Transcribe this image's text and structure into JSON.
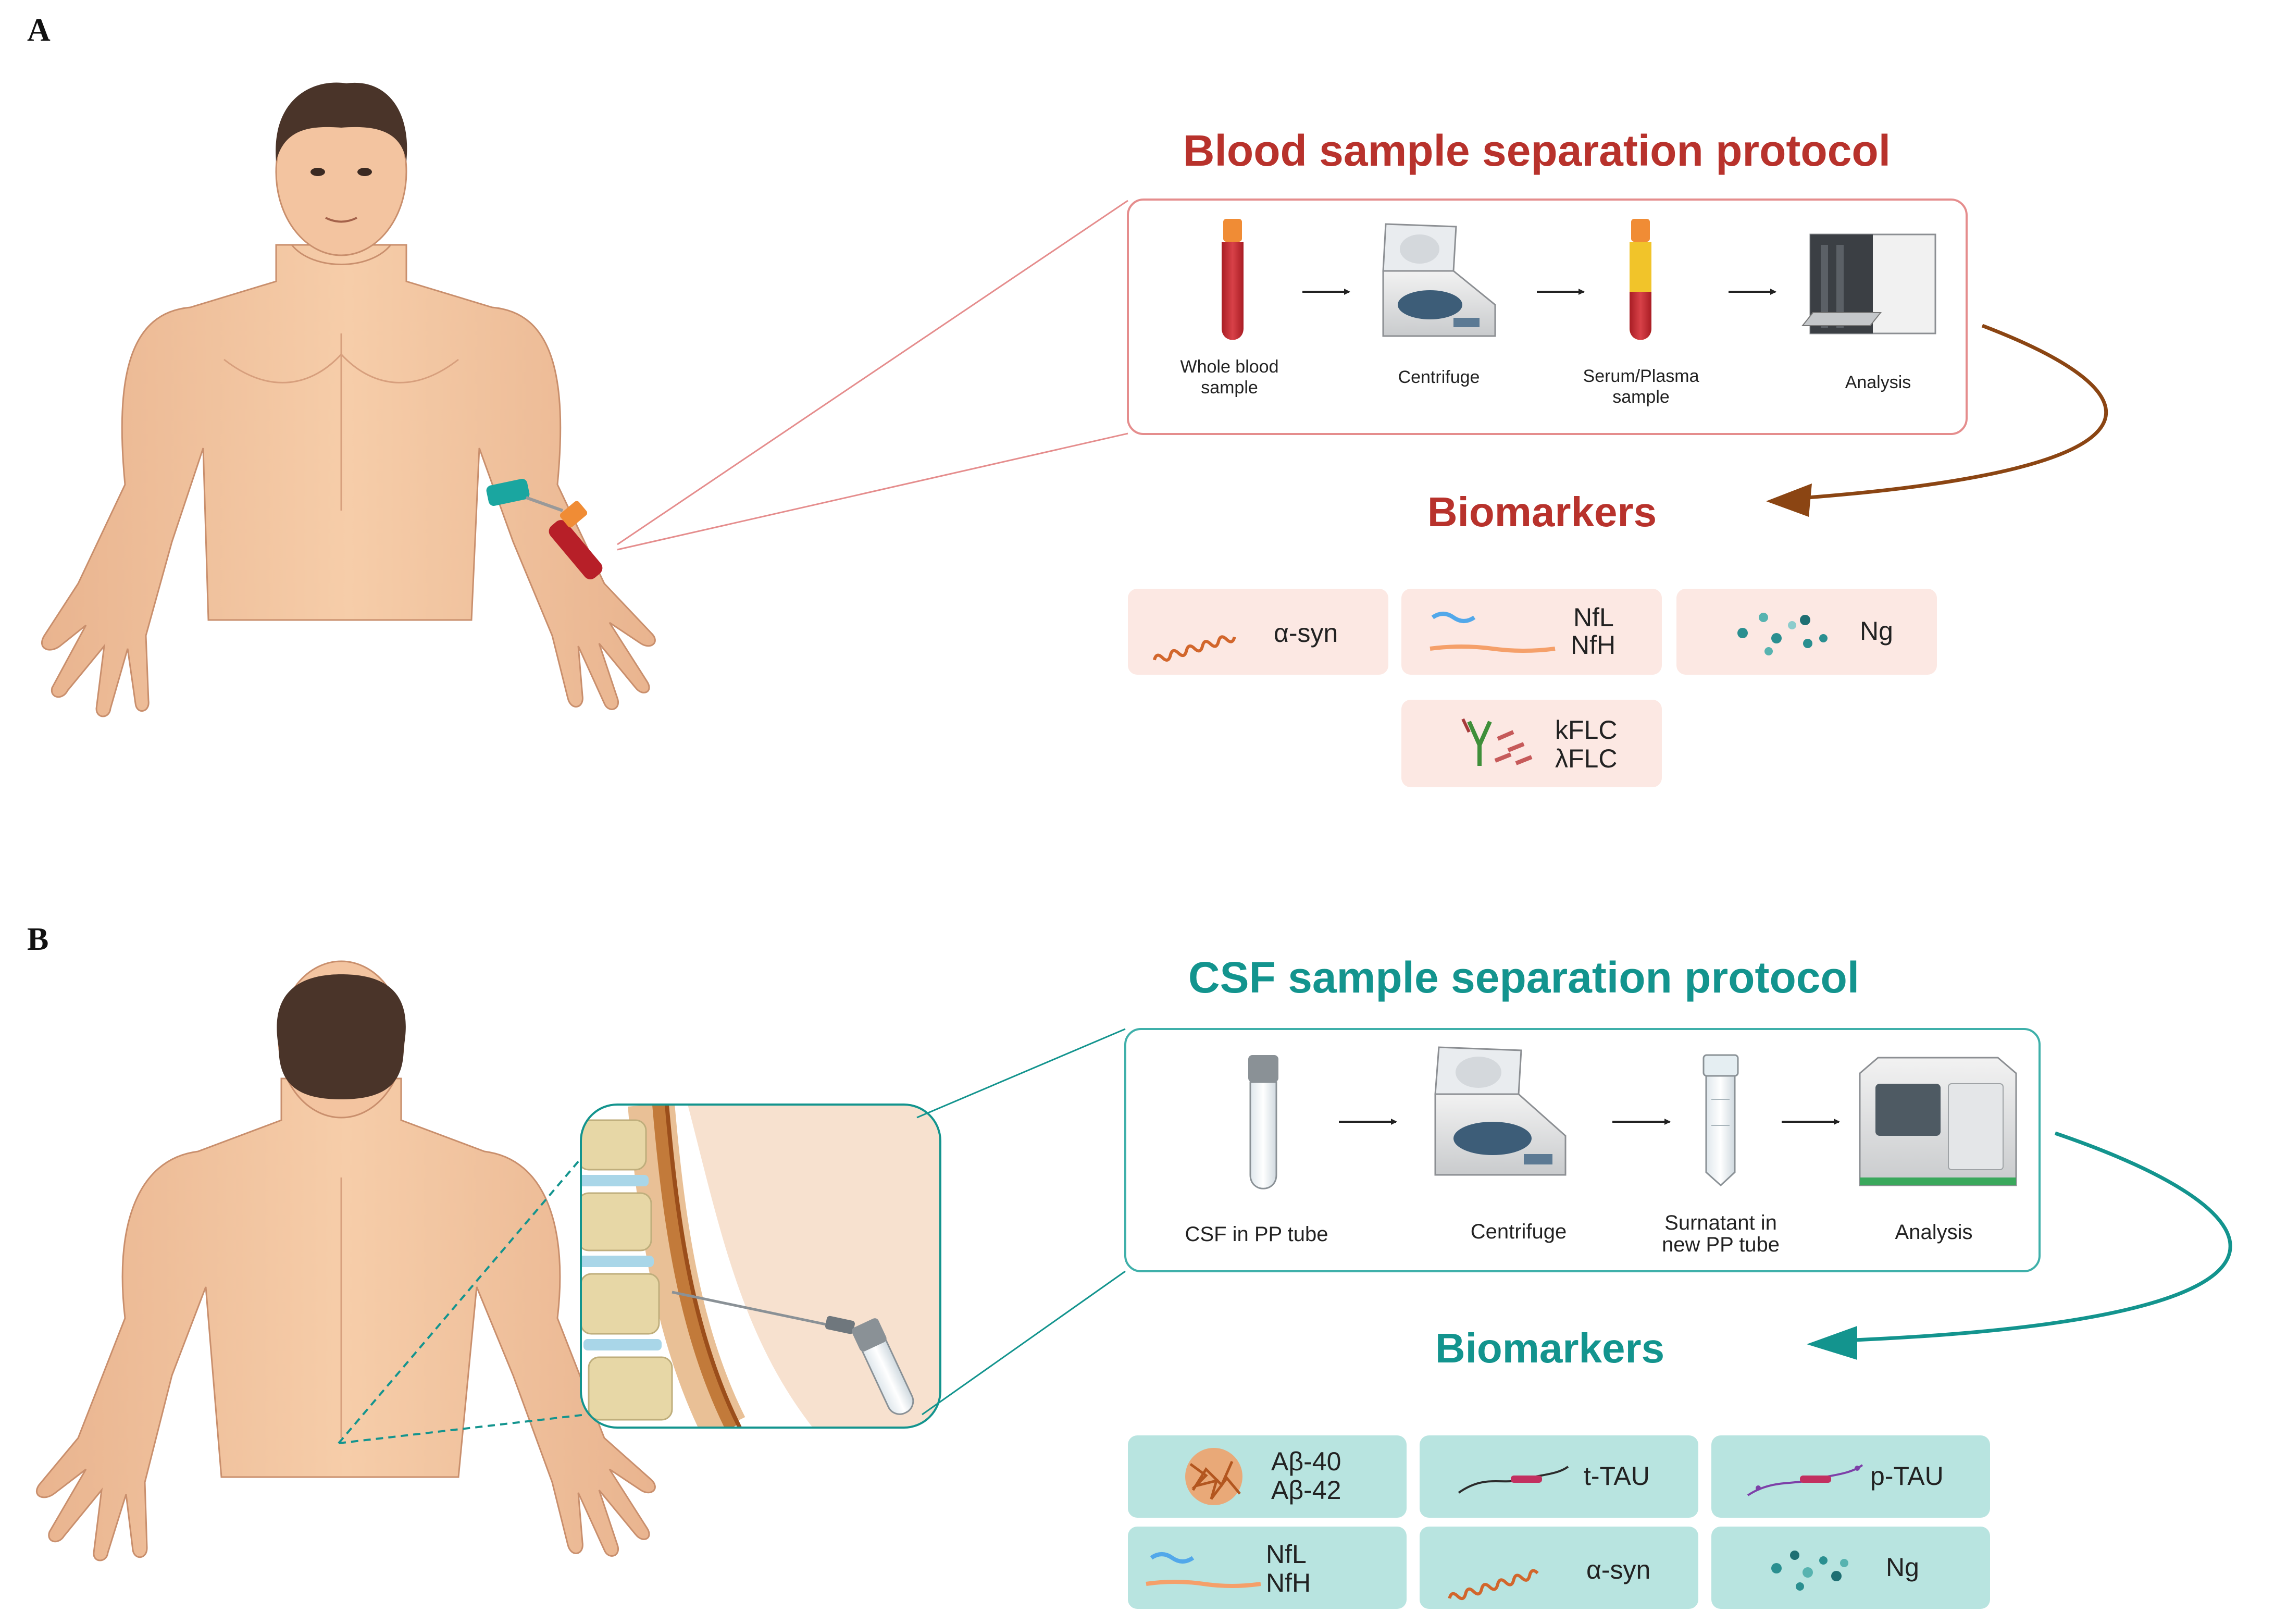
{
  "panels": {
    "a": {
      "letter": "A"
    },
    "b": {
      "letter": "B"
    }
  },
  "blood": {
    "title": "Blood sample separation protocol",
    "steps": [
      {
        "line1": "Whole blood",
        "line2": "sample"
      },
      {
        "line1": "Centrifuge",
        "line2": ""
      },
      {
        "line1": "Serum/Plasma",
        "line2": "sample"
      },
      {
        "line1": "Analysis",
        "line2": ""
      }
    ],
    "biomarkers_title": "Biomarkers",
    "biomarkers": [
      {
        "line1": "α-syn",
        "line2": "",
        "icon": "fibril-icon"
      },
      {
        "line1": "NfL",
        "line2": "NfH",
        "icon": "neurofilament-icon"
      },
      {
        "line1": "Ng",
        "line2": "",
        "icon": "dots-icon"
      },
      {
        "line1": "kFLC",
        "line2": "λFLC",
        "icon": "antibody-icon"
      }
    ],
    "colors": {
      "accent": "#b8322c",
      "chip": "#fce8e3",
      "frame": "#e58d8d",
      "curve": "#8b4513"
    }
  },
  "csf": {
    "title": "CSF sample separation protocol",
    "steps": [
      {
        "line1": "CSF in PP tube",
        "line2": ""
      },
      {
        "line1": "Centrifuge",
        "line2": ""
      },
      {
        "line1": "Surnatant in",
        "line2": "new PP tube"
      },
      {
        "line1": "Analysis",
        "line2": ""
      }
    ],
    "biomarkers_title": "Biomarkers",
    "biomarkers": [
      {
        "line1": "Aβ-40",
        "line2": "Aβ-42",
        "icon": "amyloid-cluster-icon"
      },
      {
        "line1": "t-TAU",
        "line2": "",
        "icon": "tau-strand-icon"
      },
      {
        "line1": "p-TAU",
        "line2": "",
        "icon": "phospho-tau-icon"
      },
      {
        "line1": "NfL",
        "line2": "NfH",
        "icon": "neurofilament-icon"
      },
      {
        "line1": "α-syn",
        "line2": "",
        "icon": "fibril-icon"
      },
      {
        "line1": "Ng",
        "line2": "",
        "icon": "dots-icon"
      }
    ],
    "colors": {
      "accent": "#13948e",
      "chip": "#b8e4e0",
      "frame": "#3fb0aa",
      "curve": "#13948e"
    }
  }
}
